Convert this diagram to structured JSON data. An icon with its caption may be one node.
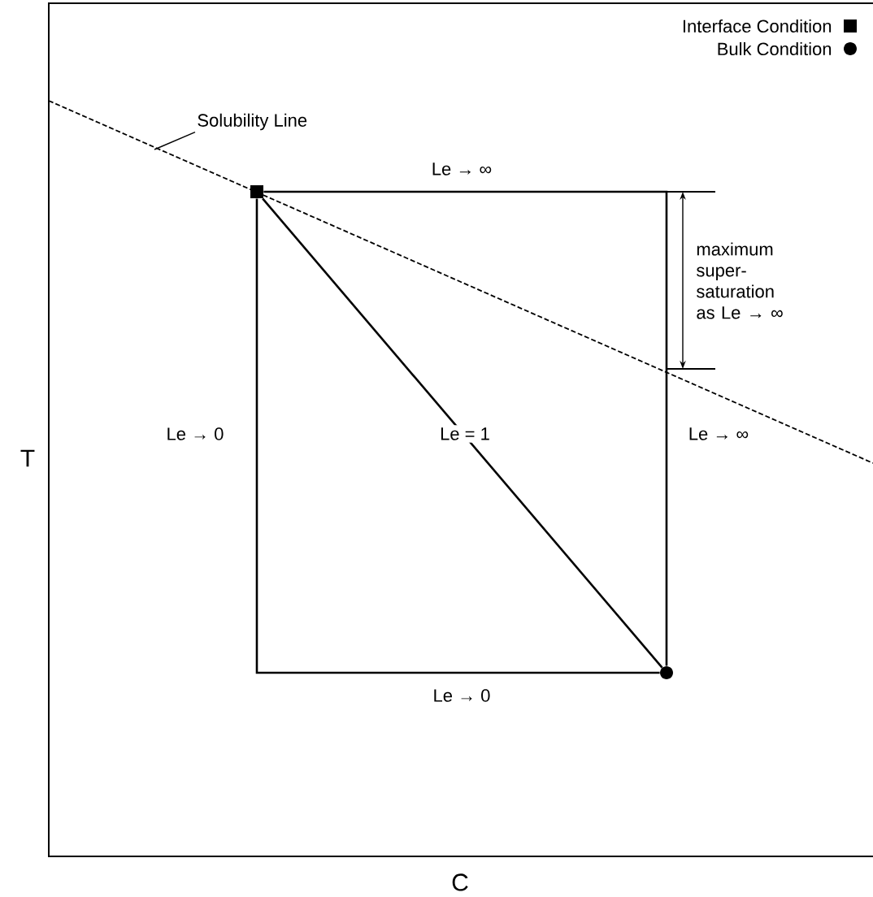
{
  "diagram": {
    "nodes": [
      {
        "text": [],
        "shape": "box"
      },
      {
        "text": [],
        "shape": "circle"
      },
      {
        "text": [
          "Solubility Line"
        ]
      }
    ],
    "edges": [
      {
        "from": 0,
        "to": 1,
        "arrow": "none",
        "label": "Le → ∞"
      },
      {
        "from": 0,
        "to": 1,
        "arrow": "none",
        "label": "Le → 0"
      },
      {
        "from": 0,
        "to": 1,
        "arrow": "none",
        "label": "Le = 1"
      },
      {
        "from": 2,
        "to": null,
        "arrow": "none"
      }
    ],
    "labels": [
      "maximum super- saturation as Le → ∞",
      "Le → ∞",
      "Le → 0",
      "T",
      "C"
    ],
    "legend": [
      {
        "text": "Interface Condition"
      },
      {
        "text": "Bulk Condition"
      }
    ]
  }
}
